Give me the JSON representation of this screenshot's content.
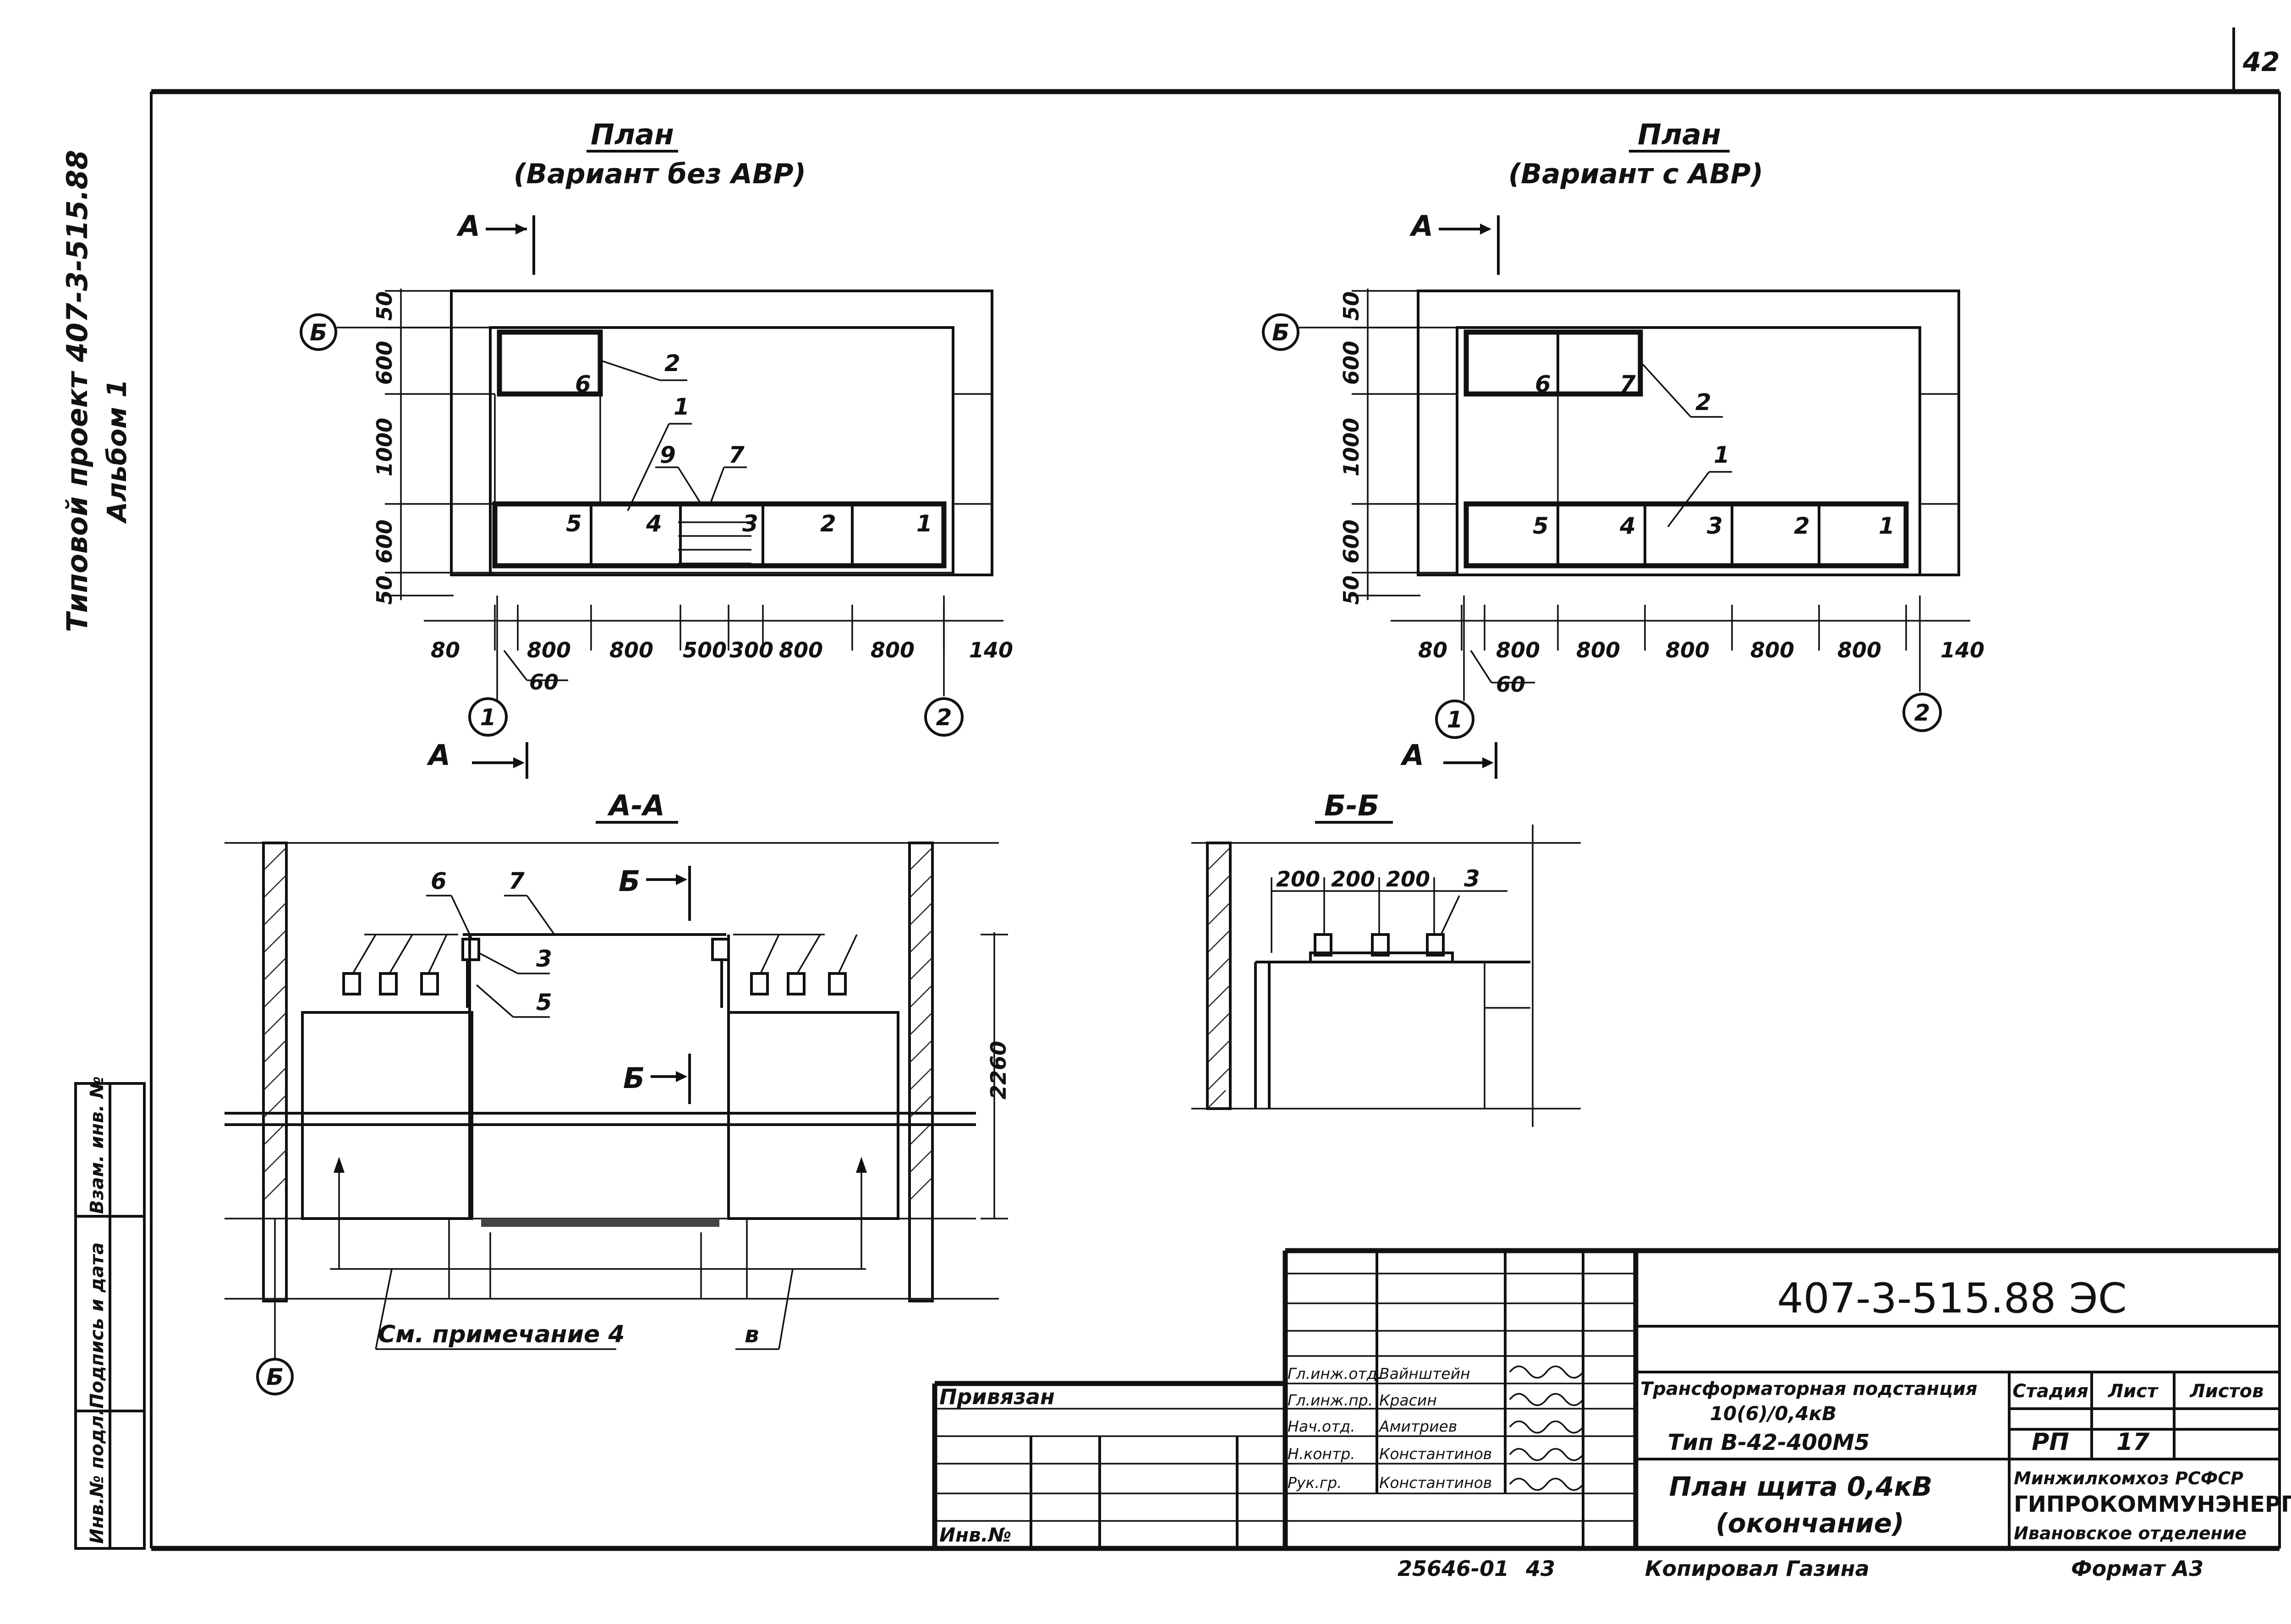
{
  "page_number": "42",
  "side_labels": {
    "project": "Типовой проект 407-3-515.88",
    "album": "Альбом 1",
    "stamp_column": [
      "Инв.№ подл.",
      "Подпись и дата",
      "Взам. инв. №"
    ]
  },
  "plan_left": {
    "title": "План",
    "subtitle": "(Вариант без АВР)",
    "section_mark": "А",
    "axis_mark": "Б",
    "axis_1": "1",
    "axis_2": "2",
    "vertical_dims": [
      "50",
      "600",
      "1000",
      "600",
      "50"
    ],
    "bottom_dims": [
      "80",
      "800",
      "800",
      "500",
      "300",
      "800",
      "800",
      "140"
    ],
    "offset_dim": "60",
    "cells": [
      "6",
      "5",
      "4",
      "3",
      "2",
      "1"
    ],
    "callouts": [
      "2",
      "1",
      "9",
      "7"
    ]
  },
  "plan_right": {
    "title": "План",
    "subtitle": "(Вариант с АВР)",
    "section_mark": "А",
    "axis_mark": "Б",
    "axis_1": "1",
    "axis_2": "2",
    "vertical_dims": [
      "50",
      "600",
      "1000",
      "600",
      "50"
    ],
    "bottom_dims": [
      "80",
      "800",
      "800",
      "800",
      "800",
      "800",
      "140"
    ],
    "offset_dim": "60",
    "cells": [
      "6",
      "7",
      "5",
      "4",
      "3",
      "2",
      "1"
    ],
    "callouts": [
      "2",
      "1"
    ]
  },
  "section_aa": {
    "title": "А-А",
    "section_mark": "Б",
    "callouts": [
      "6",
      "7",
      "3",
      "5",
      "в"
    ],
    "height_dim": "2260",
    "note": "См. примечание 4",
    "axis_mark": "Б"
  },
  "section_bb": {
    "title": "Б-Б",
    "dims": [
      "200",
      "200",
      "200"
    ],
    "callout": "3"
  },
  "title_block": {
    "code": "407-3-515.88 ЭС",
    "bound": "Привязан",
    "inv_no": "Инв.№",
    "roles": [
      "Гл.инж.отд.",
      "Гл.инж.пр.",
      "Нач.отд.",
      "Н.контр.",
      "Рук.гр."
    ],
    "names": [
      "Вайнштейн",
      "Красин",
      "Амитриев",
      "Константинов",
      "Константинов"
    ],
    "project_name_1": "Трансформаторная подстанция",
    "project_name_2": "10(6)/0,4кВ",
    "project_name_3": "Тип В-42-400М5",
    "sheet_title_1": "План щита 0,4кВ",
    "sheet_title_2": "(окончание)",
    "stage_header": "Стадия",
    "sheet_header": "Лист",
    "sheets_header": "Листов",
    "stage": "РП",
    "sheet": "17",
    "org_1": "Минжилкомхоз РСФСР",
    "org_2": "ГИПРОКОММУНЭНЕРГО",
    "org_3": "Ивановское отделение"
  },
  "footer": {
    "doc_no": "25646-01",
    "page": "43",
    "copied": "Копировал Газина",
    "format": "Формат А3"
  }
}
